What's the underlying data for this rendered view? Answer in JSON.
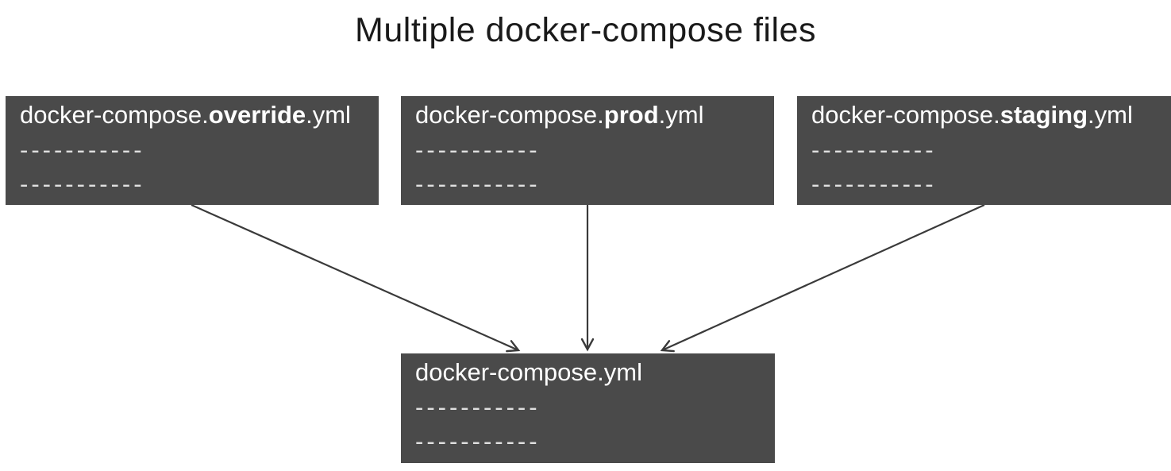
{
  "title": "Multiple docker-compose files",
  "source_boxes": [
    {
      "prefix": "docker-compose.",
      "highlight": "override",
      "suffix": ".yml",
      "line1": "-----------",
      "line2": "-----------"
    },
    {
      "prefix": "docker-compose.",
      "highlight": "prod",
      "suffix": ".yml",
      "line1": "-----------",
      "line2": "-----------"
    },
    {
      "prefix": "docker-compose.",
      "highlight": "staging",
      "suffix": ".yml",
      "line1": "-----------",
      "line2": "-----------"
    }
  ],
  "base_box": {
    "filename": "docker-compose.yml",
    "line1": "-----------",
    "line2": "-----------"
  },
  "connections": [
    {
      "from": "docker-compose.override.yml",
      "to": "docker-compose.yml"
    },
    {
      "from": "docker-compose.prod.yml",
      "to": "docker-compose.yml"
    },
    {
      "from": "docker-compose.staging.yml",
      "to": "docker-compose.yml"
    }
  ],
  "colors": {
    "box_background": "#4a4a4a",
    "box_text": "#ffffff",
    "dash_color": "#e0e0e0",
    "arrow_color": "#3a3a3a",
    "title_color": "#1a1a1a",
    "page_background": "#ffffff"
  }
}
